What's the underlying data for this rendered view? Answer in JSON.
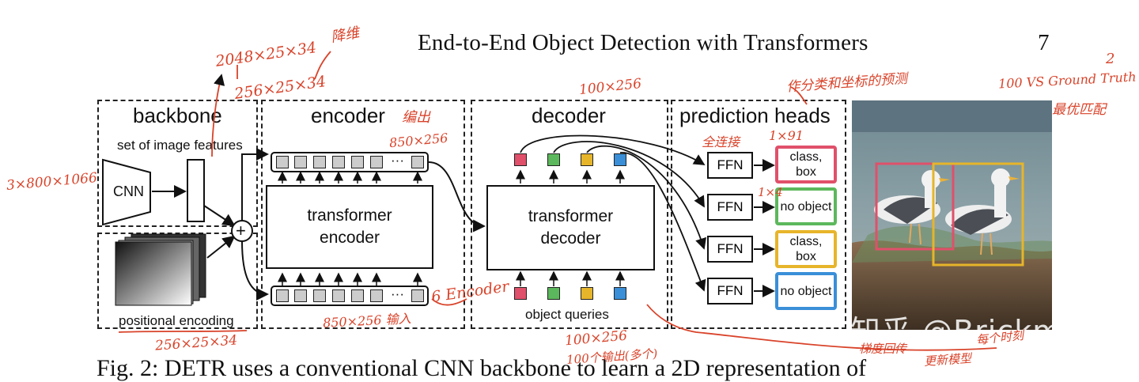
{
  "header": {
    "title": "End-to-End Object Detection with Transformers",
    "page_number": "7"
  },
  "caption": "Fig. 2: DETR uses a conventional CNN backbone to learn a 2D representation of",
  "backbone": {
    "title": "backbone",
    "features": "set of image features",
    "cnn": "CNN",
    "pos": "positional encoding"
  },
  "encoder": {
    "title": "encoder",
    "block": "transformer encoder",
    "dots": "···"
  },
  "decoder": {
    "title": "decoder",
    "block": "transformer decoder",
    "queries": "object queries"
  },
  "heads": {
    "title": "prediction heads",
    "ffn": "FFN",
    "outputs": [
      {
        "label": "class, box",
        "color": "#e0506a"
      },
      {
        "label": "no object",
        "color": "#5cb85c"
      },
      {
        "label": "class, box",
        "color": "#e6b52a"
      },
      {
        "label": "no object",
        "color": "#3a8fd8"
      }
    ]
  },
  "query_colors": [
    "#e0506a",
    "#5cb85c",
    "#e6b52a",
    "#3a8fd8"
  ],
  "plus": "+",
  "annotations": {
    "a1": "2048×25×34",
    "a2": "降维",
    "a3": "256×25×34",
    "a4": "3×800×1066",
    "a5": "编出",
    "a6": "850×256",
    "a7": "100×256",
    "a8": "1×91",
    "a9": "1×4",
    "a10": "全连接",
    "a11": "作分类和坐标的预测",
    "a12": "100 VS Ground Truth",
    "a13": "最优匹配",
    "a14": "6 Encoder",
    "a15": "850×256 输入",
    "a16": "256×25×34",
    "a17": "100×256",
    "a18": "100个输出(多个)",
    "a19": "梯度回传",
    "a20": "更新模型",
    "a21": "2",
    "a22": "每个时刻"
  },
  "watermark": "知乎 @Brickman"
}
